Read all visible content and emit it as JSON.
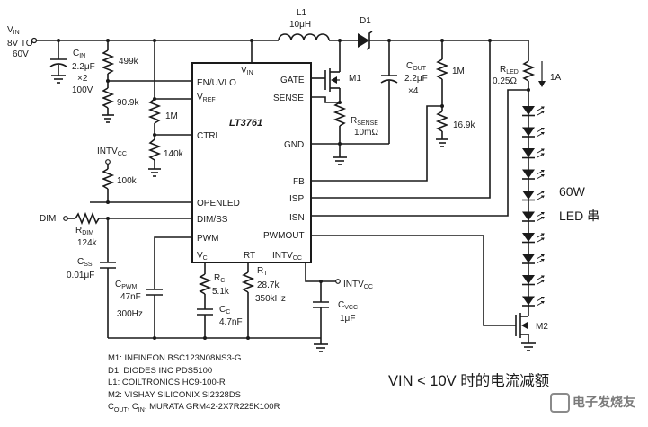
{
  "labels": {
    "vin_main": "V",
    "vin_sub": "IN",
    "vin_range1": "8V TO",
    "vin_range2": "60V",
    "cin_main": "C",
    "cin_sub": "IN",
    "cin_val1": "2.2μF",
    "cin_val2": "×2",
    "cin_val3": "100V",
    "r499k": "499k",
    "r90_9k": "90.9k",
    "r1m_left": "1M",
    "r140k": "140k",
    "intvcc_left_main": "INTV",
    "intvcc_left_sub": "CC",
    "r100k": "100k",
    "dim": "DIM",
    "rdim_main": "R",
    "rdim_sub": "DIM",
    "rdim_val": "124k",
    "css_main": "C",
    "css_sub": "SS",
    "css_val": "0.01μF",
    "cpwm_main": "C",
    "cpwm_sub": "PWM",
    "cpwm_val": "47nF",
    "cpwm_freq": "300Hz",
    "rc_main": "R",
    "rc_sub": "C",
    "rc_val": "5.1k",
    "cc_main": "C",
    "cc_sub": "C",
    "cc_val": "4.7nF",
    "rt_main": "R",
    "rt_sub": "T",
    "rt_val": "28.7k",
    "rt_freq": "350kHz",
    "intvcc_right_main": "INTV",
    "intvcc_right_sub": "CC",
    "cvcc_main": "C",
    "cvcc_sub": "VCC",
    "cvcc_val": "1μF",
    "l1": "L1",
    "l1_val": "10μH",
    "d1": "D1",
    "m1": "M1",
    "rsense_main": "R",
    "rsense_sub": "SENSE",
    "rsense_val": "10mΩ",
    "cout_main": "C",
    "cout_sub": "OUT",
    "cout_val1": "2.2μF",
    "cout_val2": "×4",
    "r1m_right": "1M",
    "r16_9k": "16.9k",
    "rled_main": "R",
    "rled_sub": "LED",
    "rled_val": "0.25Ω",
    "iled": "1A",
    "led_power": "60W",
    "led_string": "LED 串",
    "m2": "M2"
  },
  "chip": {
    "name": "LT3761",
    "vin_pin": "V",
    "vin_pin_sub": "IN",
    "pins_left": [
      "EN/UVLO",
      "V",
      "CTRL",
      "OPENLED",
      "DIM/SS",
      "PWM",
      "V"
    ],
    "vref_sub": "REF",
    "vc_sub": "C",
    "pins_right": [
      "GATE",
      "SENSE",
      "GND",
      "FB",
      "ISP",
      "ISN",
      "PWMOUT"
    ],
    "rt_pin": "RT",
    "intvcc_pin": "INTV",
    "intvcc_pin_sub": "CC"
  },
  "bom": [
    "M1: INFINEON BSC123N08NS3-G",
    "D1: DIODES INC PDS5100",
    "L1: COILTRONICS HC9-100-R",
    "M2: VISHAY SILICONIX SI2328DS",
    "C",
    "OUT",
    ", C",
    "IN",
    ": MURATA GRM42-2X7R225K100R"
  ],
  "caption": "VIN < 10V 时的电流减额",
  "watermark": "电子发烧友"
}
